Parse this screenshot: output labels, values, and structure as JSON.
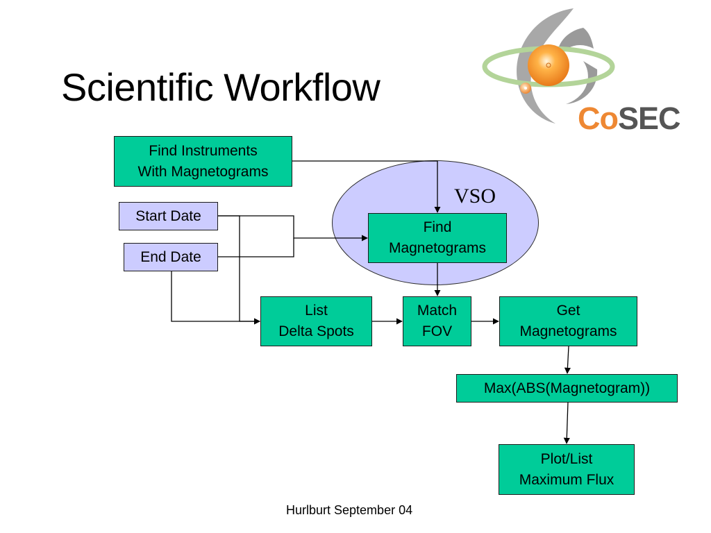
{
  "title": "Scientific Workflow",
  "footer": "Hurlburt September 04",
  "logo": {
    "prefix": "Co",
    "suffix": "SEC",
    "colors": {
      "accent": "#ee8833",
      "text": "#555555",
      "ring": "#b3d499"
    }
  },
  "colors": {
    "process": "#00cc99",
    "input": "#ccccff",
    "vso": "#ccccff"
  },
  "vso_label": "VSO",
  "nodes": {
    "find_instruments": {
      "line1": "Find Instruments",
      "line2": "With Magnetograms"
    },
    "start_date": {
      "line1": "Start Date"
    },
    "end_date": {
      "line1": "End Date"
    },
    "find_magnetograms": {
      "line1": "Find",
      "line2": "Magnetograms"
    },
    "list_delta_spots": {
      "line1": "List",
      "line2": "Delta Spots"
    },
    "match_fov": {
      "line1": "Match",
      "line2": "FOV"
    },
    "get_magnetograms": {
      "line1": "Get",
      "line2": "Magnetograms"
    },
    "max_abs": {
      "line1": "Max(ABS(Magnetogram))"
    },
    "plot_list": {
      "line1": "Plot/List",
      "line2": "Maximum Flux"
    }
  }
}
